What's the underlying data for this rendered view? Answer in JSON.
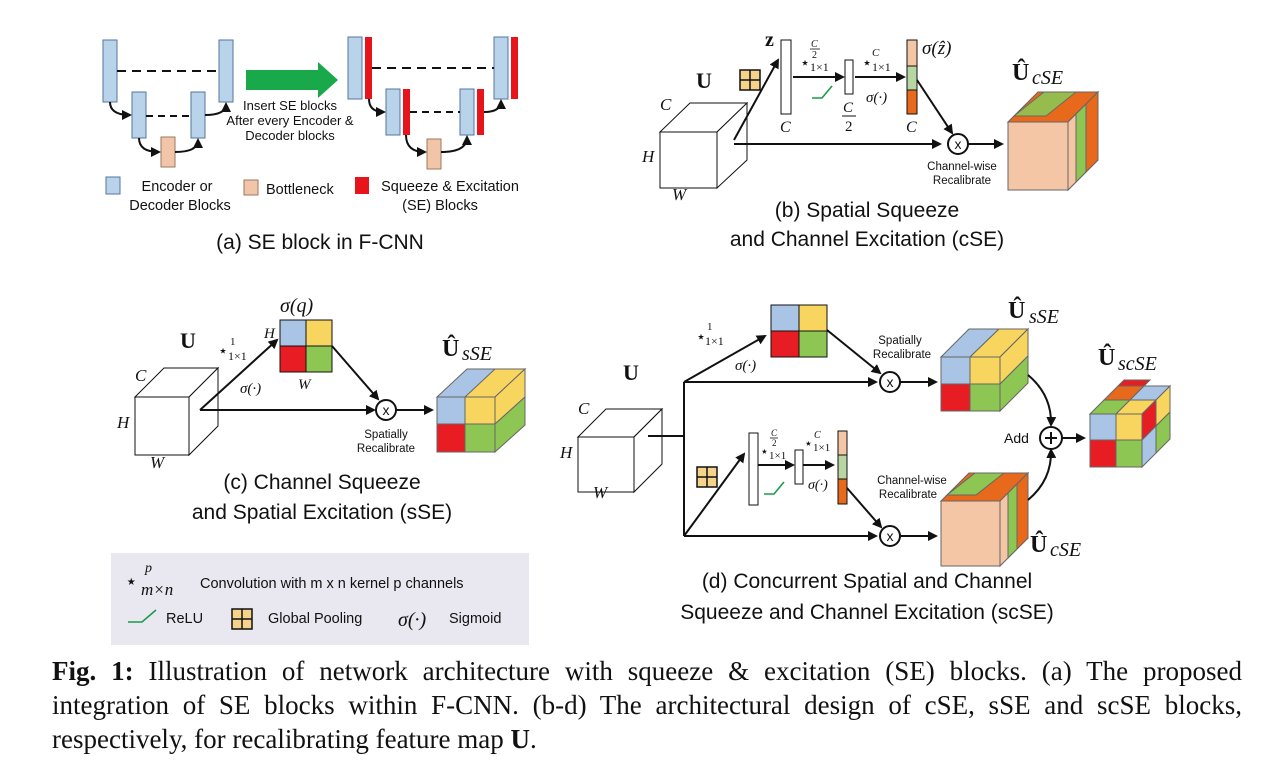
{
  "colors": {
    "encoder_block": "#b8d3ea",
    "bottleneck": "#f2c5a8",
    "se_block": "#e8141c",
    "arrow_green": "#19a84a",
    "relu_green": "#1a9b4a",
    "pool_yellow": "#f5d38b",
    "cell_blue": "#a9c4e4",
    "cell_yellow": "#f8d55f",
    "cell_red": "#e71d23",
    "cell_green": "#8dc653",
    "cube_peach": "#f4c6a5",
    "cube_orange": "#e8691b",
    "legend_bg": "#e9e7ef"
  },
  "panel_a": {
    "arrow_text": [
      "Insert SE blocks",
      "After every Encoder &",
      "Decoder blocks"
    ],
    "legend_encoder": [
      "Encoder or",
      "Decoder Blocks"
    ],
    "legend_bottleneck": "Bottleneck",
    "legend_se": [
      "Squeeze & Excitation",
      "(SE) Blocks"
    ],
    "caption": "(a) SE block in F-CNN"
  },
  "panel_b": {
    "u_label": "U",
    "z_label": "z",
    "dims": {
      "C": "C",
      "H": "H",
      "W": "W",
      "half": "C",
      "half_den": "2"
    },
    "conv1_main": "⋆",
    "conv1_sub": "1×1",
    "conv1_sup_num": "C",
    "conv1_sup_den": "2",
    "conv2_sup": "C",
    "sigma_label": "σ(·)",
    "sigma_z": "σ(ẑ)",
    "multiply": "x",
    "recal": [
      "Channel-wise",
      "Recalibrate"
    ],
    "output_label": "Û",
    "output_sub": "cSE",
    "caption": [
      "(b) Spatial Squeeze",
      "and Channel Excitation (cSE)"
    ]
  },
  "panel_c": {
    "u_label": "U",
    "sigma_q": "σ(q)",
    "conv_main": "⋆",
    "conv_sub": "1×1",
    "conv_sup": "1",
    "sigma_label": "σ(·)",
    "dims": {
      "C": "C",
      "H": "H",
      "W": "W"
    },
    "multiply": "x",
    "recal": [
      "Spatially",
      "Recalibrate"
    ],
    "output_label": "Û",
    "output_sub": "sSE",
    "caption": [
      "(c) Channel Squeeze",
      "and Spatial Excitation (sSE)"
    ]
  },
  "panel_d": {
    "u_label": "U",
    "dims": {
      "C": "C",
      "H": "H",
      "W": "W"
    },
    "conv_top_sup": "1",
    "conv_sub": "1×1",
    "sigma_label": "σ(·)",
    "recal_spatial": [
      "Spatially",
      "Recalibrate"
    ],
    "recal_channel": [
      "Channel-wise",
      "Recalibrate"
    ],
    "output_sse": "sSE",
    "output_cse": "cSE",
    "output_scse": "scSE",
    "add_label": "Add",
    "multiply": "x",
    "caption": [
      "(d) Concurrent Spatial and Channel",
      "Squeeze and Channel Excitation (scSE)"
    ]
  },
  "legend": {
    "conv_symbol": "⋆",
    "conv_sup": "p",
    "conv_sub": "m×n",
    "conv_text": "Convolution with m x n kernel p channels",
    "relu_text": "ReLU",
    "pool_text": "Global Pooling",
    "sigmoid_symbol": "σ(·)",
    "sigmoid_text": "Sigmoid"
  },
  "caption": {
    "label": "Fig. 1:",
    "text": "Illustration of network architecture with squeeze & excitation (SE) blocks. (a) The proposed integration of SE blocks within F-CNN. (b-d) The architectural design of cSE, sSE and scSE blocks, respectively, for recalibrating feature map",
    "bold_end": "U",
    "period": "."
  }
}
